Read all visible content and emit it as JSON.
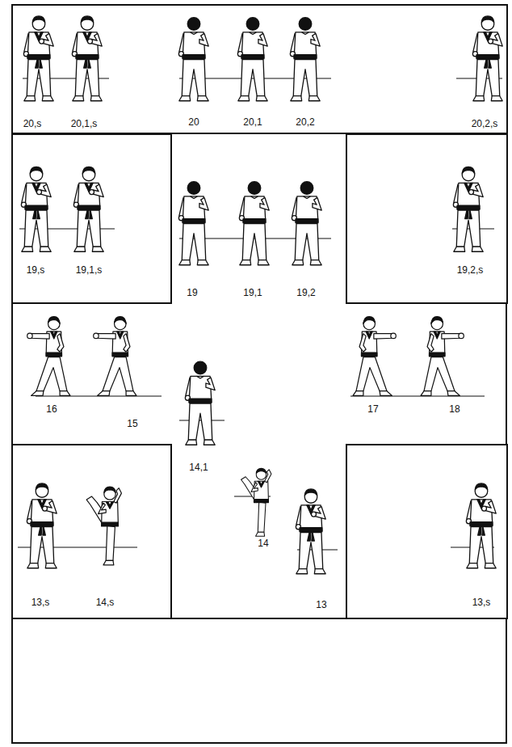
{
  "diagram": {
    "nodes": [
      {
        "text": [
          "20,s",
          "20,1,s",
          "20",
          "20,1",
          "20,2",
          "20,2,s"
        ]
      },
      {
        "text": [
          "19,s",
          "19,1,s"
        ]
      },
      {
        "text": [
          "19,2,s"
        ]
      },
      {
        "text": [
          "13,s",
          "14,s"
        ]
      },
      {
        "text": [
          "13,s"
        ]
      }
    ],
    "labels": [
      "19",
      "19,1",
      "19,2",
      "16",
      "15",
      "17",
      "18",
      "14,1",
      "14",
      "13"
    ]
  }
}
